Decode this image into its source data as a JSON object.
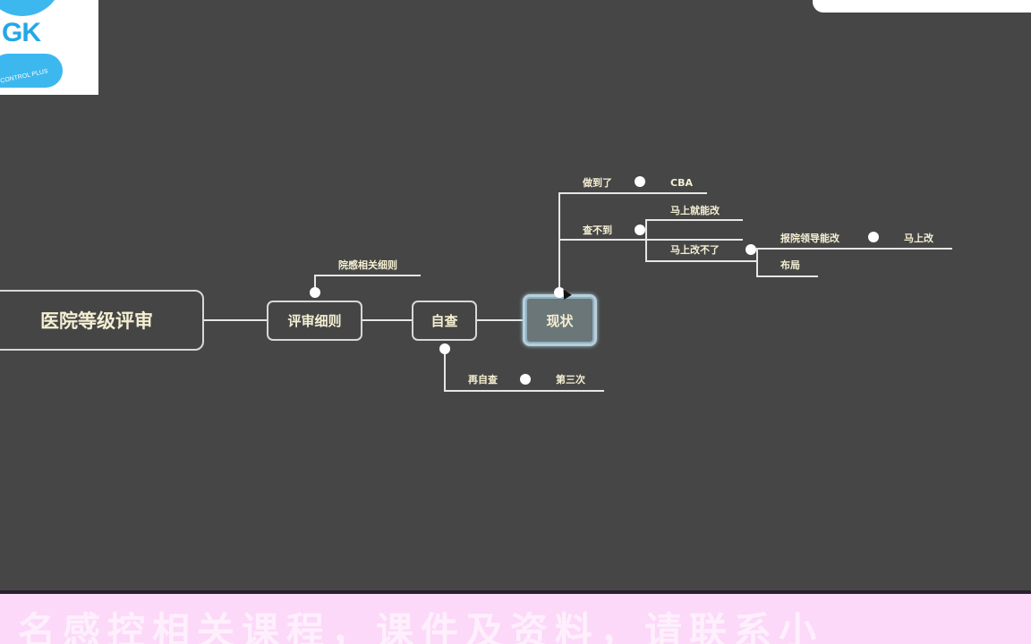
{
  "logo": {
    "text": "GK",
    "subtext": "CONTROL PLUS",
    "brand_color": "#22a8e6"
  },
  "mindmap": {
    "root": {
      "label": "医院等级评审"
    },
    "level1": {
      "label": "评审细则",
      "sub": {
        "label": "院感相关细则"
      }
    },
    "level2": {
      "label": "自查",
      "sub": {
        "label": "再自查",
        "child": "第三次"
      }
    },
    "selected": {
      "label": "现状",
      "children": [
        {
          "label": "做到了",
          "child": "CBA"
        },
        {
          "label": "查不到",
          "children": [
            {
              "label": "马上就能改"
            },
            {
              "label": "马上改不了",
              "children": [
                {
                  "label": "报院领导能改",
                  "child": "马上改"
                },
                {
                  "label": "布局"
                }
              ]
            }
          ]
        }
      ]
    },
    "colors": {
      "background": "#464646",
      "node_border": "#d8d8d8",
      "node_text": "#f4efd2",
      "selected_fill": "#6b7678",
      "selected_border": "#b8cfd9"
    }
  },
  "subtitle": {
    "text": "名感控相关课程，课件及资料，请联系小",
    "background": "#fcd9f8"
  }
}
